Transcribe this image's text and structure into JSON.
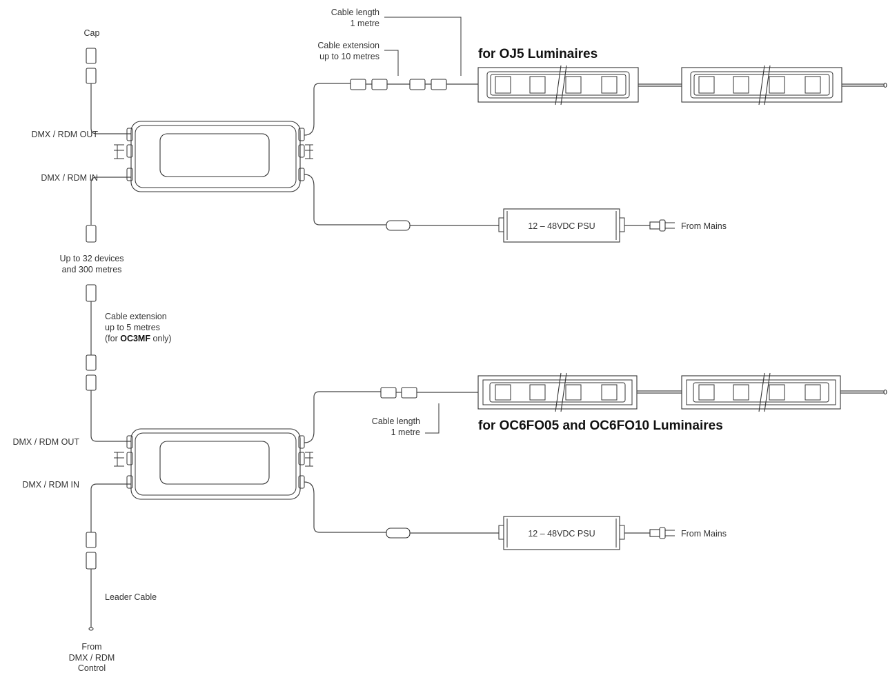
{
  "colors": {
    "line": "#333333",
    "text": "#333333",
    "title": "#111111",
    "background": "#ffffff"
  },
  "top": {
    "title": "for OJ5 Luminaires",
    "cap": "Cap",
    "dmx_out": "DMX / RDM OUT",
    "dmx_in": "DMX / RDM IN",
    "cable_length": [
      "Cable length",
      "1 metre"
    ],
    "cable_extension": [
      "Cable extension",
      "up to 10 metres"
    ],
    "psu": "12 – 48VDC PSU",
    "mains": "From Mains"
  },
  "middle": {
    "devices": [
      "Up to 32 devices",
      "and 300 metres"
    ],
    "extension_line1": "Cable extension",
    "extension_line2": "up to 5 metres",
    "extension_prefix": "(for ",
    "extension_model": "OC3MF",
    "extension_suffix": " only)"
  },
  "bottom": {
    "title": "for OC6FO05 and OC6FO10 Luminaires",
    "dmx_out": "DMX / RDM OUT",
    "dmx_in": "DMX / RDM IN",
    "cable_length": [
      "Cable length",
      "1 metre"
    ],
    "psu": "12 – 48VDC PSU",
    "mains": "From Mains",
    "leader": "Leader Cable",
    "from_control": [
      "From",
      "DMX / RDM",
      "Control"
    ]
  }
}
